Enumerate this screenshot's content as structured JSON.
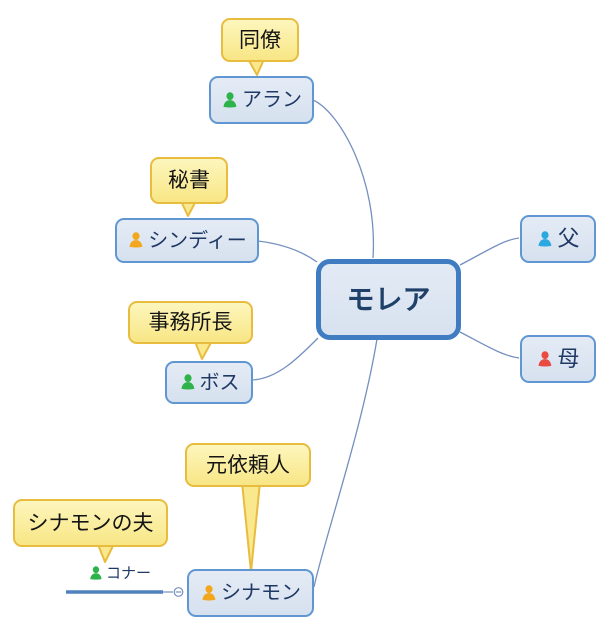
{
  "app": {
    "type": "mind-map-canvas",
    "background": "#ffffff"
  },
  "central_topic": {
    "label": "モレア"
  },
  "topics": {
    "alan": {
      "label": "アラン",
      "icon": "person-icon-green",
      "callout": "同僚"
    },
    "cindy": {
      "label": "シンディー",
      "icon": "person-icon-orange",
      "callout": "秘書"
    },
    "boss": {
      "label": "ボス",
      "icon": "person-icon-green",
      "callout": "事務所長"
    },
    "cinnamon": {
      "label": "シナモン",
      "icon": "person-icon-orange",
      "callout": "元依頼人"
    },
    "father": {
      "label": "父",
      "icon": "person-icon-blue"
    },
    "mother": {
      "label": "母",
      "icon": "person-icon-red"
    },
    "connor": {
      "label": "コナー",
      "icon": "person-icon-green",
      "callout": "シナモンの夫"
    }
  },
  "indicators": {
    "relationship_collapse": "minus"
  },
  "colors": {
    "topic_fill": "#dde6f2",
    "topic_border": "#6097d3",
    "central_border": "#3f7cc1",
    "topic_text": "#1f3864",
    "callout_fill": "#fbefa0",
    "callout_border": "#e8bc3f",
    "callout_text": "#141414",
    "link_line": "#7590bf",
    "connor_underline": "#4f81bd",
    "icon_green": "#2db34a",
    "icon_orange": "#f2a71f",
    "icon_blue": "#2aa8e0",
    "icon_red": "#e94b43"
  }
}
